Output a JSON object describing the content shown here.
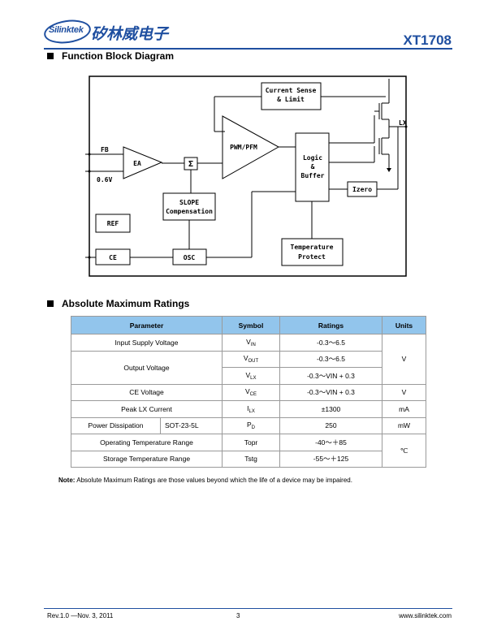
{
  "header": {
    "logo_text": "Silinktek",
    "company_cn": "矽林威电子",
    "part_number": "XT1708"
  },
  "block_diagram": {
    "heading": "Function Block Diagram",
    "blocks": {
      "current_sense": [
        "Current Sense",
        "& Limit"
      ],
      "pwm": "PWM/PFM",
      "logic": [
        "Logic",
        "&",
        "Buffer"
      ],
      "ea": "EA",
      "sigma": "Σ",
      "slope": [
        "SLOPE",
        "Compensation"
      ],
      "izero": "Izero",
      "ref": "REF",
      "ce": "CE",
      "osc": "OSC",
      "temp": [
        "Temperature",
        "Protect"
      ]
    },
    "pins": {
      "fb": "FB",
      "v06": "0.6V",
      "lx": "LX"
    }
  },
  "ratings": {
    "heading": "Absolute Maximum Ratings",
    "columns": [
      "Parameter",
      "Symbol",
      "Ratings",
      "Units"
    ],
    "rows": {
      "input_supply": {
        "param": "Input Supply Voltage",
        "sym": "V",
        "sub": "IN",
        "rating": "-0.3～6.5"
      },
      "output_voltage": {
        "param": "Output Voltage",
        "sym1": "V",
        "sub1": "OUT",
        "rating1": "-0.3～6.5",
        "sym2": "V",
        "sub2": "LX",
        "rating2": "-0.3～VIN + 0.3",
        "unit": "V"
      },
      "ce_voltage": {
        "param": "CE Voltage",
        "sym": "V",
        "sub": "CE",
        "rating": "-0.3～VIN + 0.3",
        "unit": "V"
      },
      "peak_lx": {
        "param": "Peak LX Current",
        "sym": "I",
        "sub": "LX",
        "rating": "±1300",
        "unit": "mA"
      },
      "power_diss": {
        "param": "Power Dissipation",
        "package": "SOT-23-5L",
        "sym": "P",
        "sub": "D",
        "rating": "250",
        "unit": "mW"
      },
      "op_temp": {
        "param": "Operating Temperature Range",
        "sym": "Topr",
        "rating": "-40～＋85"
      },
      "stg_temp": {
        "param": "Storage Temperature Range",
        "sym": "Tstg",
        "rating": "-55～＋125",
        "unit": "℃"
      }
    }
  },
  "note": {
    "label": "Note:",
    "text": " Absolute Maximum Ratings are those values beyond which the life of a device may be impaired."
  },
  "footer": {
    "rev": "Rev.1.0 —Nov. 3, 2011",
    "page": "3",
    "url": "www.silinktek.com"
  }
}
